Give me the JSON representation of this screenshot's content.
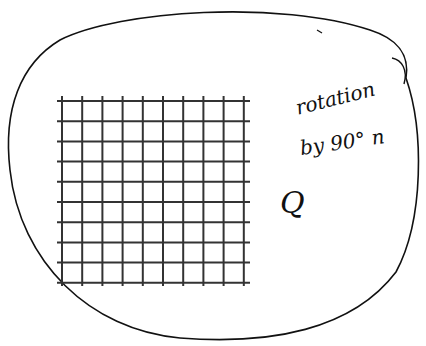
{
  "diagram": {
    "labels": [
      "rotation",
      "by 90° n",
      "Q"
    ]
  }
}
